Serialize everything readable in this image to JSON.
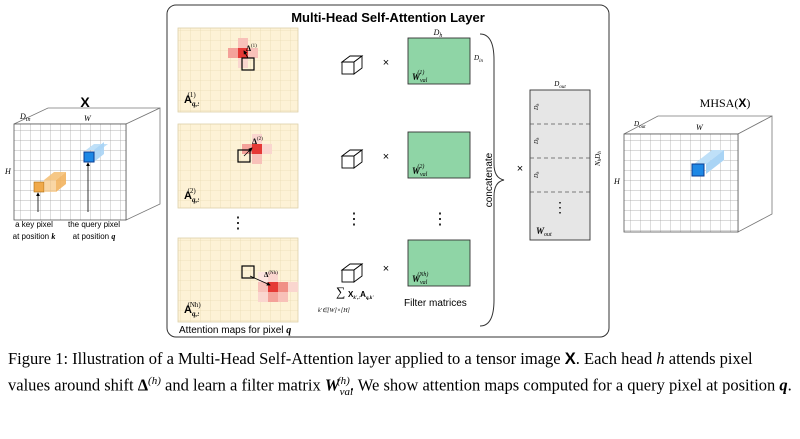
{
  "figure": {
    "panel_title": "Multi-Head Self-Attention Layer",
    "input_tensor": {
      "title": "X",
      "depth_label": "D_in",
      "width_label": "W",
      "height_label": "H",
      "key_pixel_label": [
        "a key pixel",
        "at position k"
      ],
      "query_pixel_label": [
        "the query pixel",
        "at position q"
      ]
    },
    "attention_maps": [
      {
        "label": "A",
        "sub": "q,:",
        "sup": "(1)",
        "shift": "Δ(1)"
      },
      {
        "label": "A",
        "sub": "q,:",
        "sup": "(2)",
        "shift": "Δ(2)"
      },
      {
        "label": "A",
        "sub": "q,:",
        "sup": "(Nh)",
        "shift": "Δ(Nh)"
      }
    ],
    "attention_maps_caption": "Attention maps for pixel q",
    "sum_label": "X_k',: A_q,k'",
    "sum_index": "k'∈[W]×[H]",
    "times_symbol": "×",
    "filter_matrices": [
      {
        "label": "W",
        "sub": "val",
        "sup": "(1)"
      },
      {
        "label": "W",
        "sub": "val",
        "sup": "(2)"
      },
      {
        "label": "W",
        "sub": "val",
        "sup": "(Nh)"
      }
    ],
    "filter_dim_top": "D_h",
    "filter_dim_side": "D_in",
    "filter_caption": "Filter matrices",
    "concatenate_label": "concatenate",
    "w_out": {
      "label": "W_out",
      "dim_top": "D_out",
      "dim_side": "N_h D_h",
      "block_labels": [
        "D_h",
        "D_h",
        "D_h"
      ]
    },
    "output_tensor": {
      "title": "MHSA(X)",
      "depth_label": "D_out",
      "width_label": "W",
      "height_label": "H"
    },
    "ellipsis": "⋮",
    "colors": {
      "grid_fill": "#fdf2d6",
      "grid_line": "#e8d9b0",
      "attention_red": "#e53935",
      "filter_green": "#8fd5a6",
      "query_blue": "#1e88e5",
      "key_orange": "#f0a94a"
    }
  },
  "caption": {
    "prefix": "Figure 1: Illustration of a Multi-Head Self-Attention layer applied to a tensor image ",
    "X": "X",
    "part2": ". Each head ",
    "h": "h",
    "part3": " attends pixel values around shift ",
    "delta": "Δ",
    "delta_sup": "(h)",
    "part4": " and learn a filter matrix ",
    "W": "W",
    "W_sub": "val",
    "W_sup": "(h)",
    "part5": ". We show attention maps computed for a query pixel at position ",
    "q": "q",
    "end": "."
  }
}
